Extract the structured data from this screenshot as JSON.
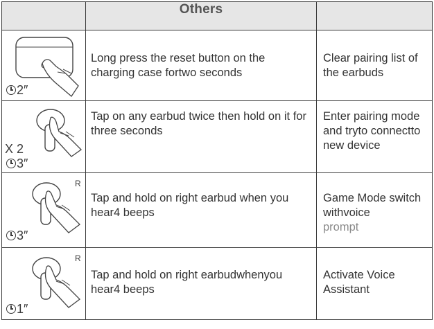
{
  "table": {
    "header": {
      "title": "Others"
    },
    "rows": [
      {
        "icon": "charging-case-press-icon",
        "repeat": "",
        "duration": "2″",
        "side": "",
        "action": "Long press the reset button on the charging case fortwo seconds",
        "result": "Clear pairing list of the earbuds"
      },
      {
        "icon": "earbud-double-tap-hold-icon",
        "repeat": "X 2",
        "duration": "3″",
        "side": "",
        "action": "Tap on any earbud twice then hold on it for three seconds",
        "result": "Enter pairing mode and tryto connectto new device"
      },
      {
        "icon": "right-earbud-hold-icon",
        "repeat": "",
        "duration": "3″",
        "side": "R",
        "action": "Tap and hold on right earbud when you hear4 beeps",
        "result": "Game Mode switch withvoice",
        "result_extra": "prompt"
      },
      {
        "icon": "right-earbud-hold-icon",
        "repeat": "",
        "duration": "1″",
        "side": "R",
        "action": "Tap and hold on right earbudwhenyou hear4 beeps",
        "result": "Activate Voice Assistant"
      }
    ]
  }
}
